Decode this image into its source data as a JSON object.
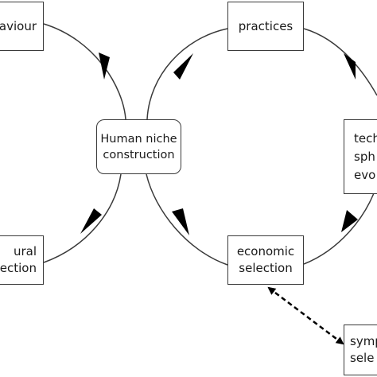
{
  "nodes": {
    "behaviour": {
      "lines": [
        "aviour"
      ]
    },
    "practices": {
      "lines": [
        "practices"
      ]
    },
    "niche": {
      "lines": [
        "Human niche",
        "construction"
      ]
    },
    "tech": {
      "lines": [
        "tech",
        "sph",
        "evo"
      ]
    },
    "natural": {
      "lines": [
        "ural",
        "ection"
      ]
    },
    "economic": {
      "lines": [
        "economic",
        "selection"
      ]
    },
    "symp": {
      "lines": [
        "symp",
        "sele"
      ]
    }
  },
  "colors": {
    "stroke": "#3a3a3a",
    "arrowhead": "#000000",
    "text": "#1a1a1a"
  }
}
